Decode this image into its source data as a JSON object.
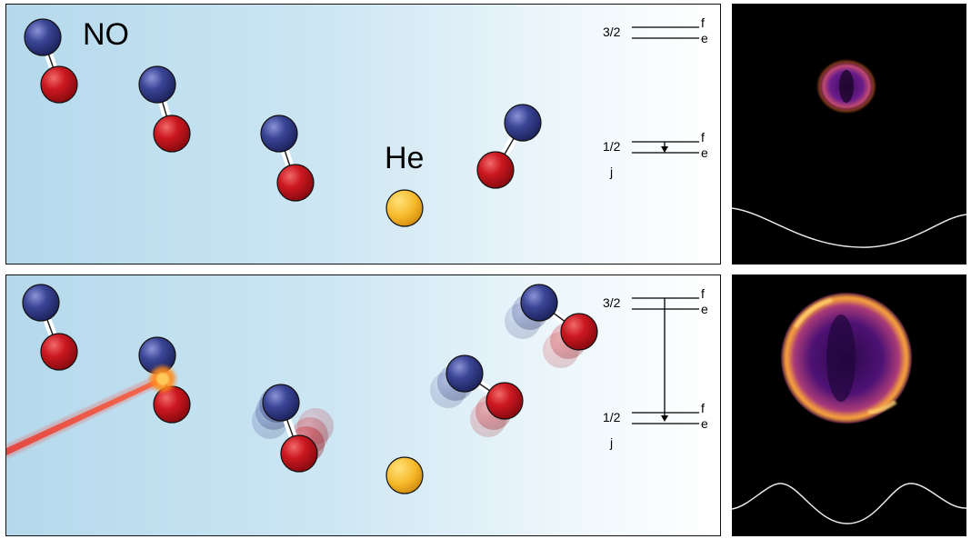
{
  "top_panel": {
    "molecule_label": "NO",
    "collider_label": "He",
    "levels": {
      "upper": "3/2",
      "lower": "1/2",
      "axis": "j",
      "f": "f",
      "e": "e"
    }
  },
  "bottom_panel": {
    "levels": {
      "upper": "3/2",
      "lower": "1/2",
      "axis": "j",
      "f": "f",
      "e": "e"
    }
  },
  "colors": {
    "nitrogen": "#2f3a8c",
    "oxygen": "#c4121c",
    "helium": "#f2b52a",
    "laser": "#e8241c",
    "background_start": "#b4d9ec",
    "background_end": "#ffffff"
  }
}
